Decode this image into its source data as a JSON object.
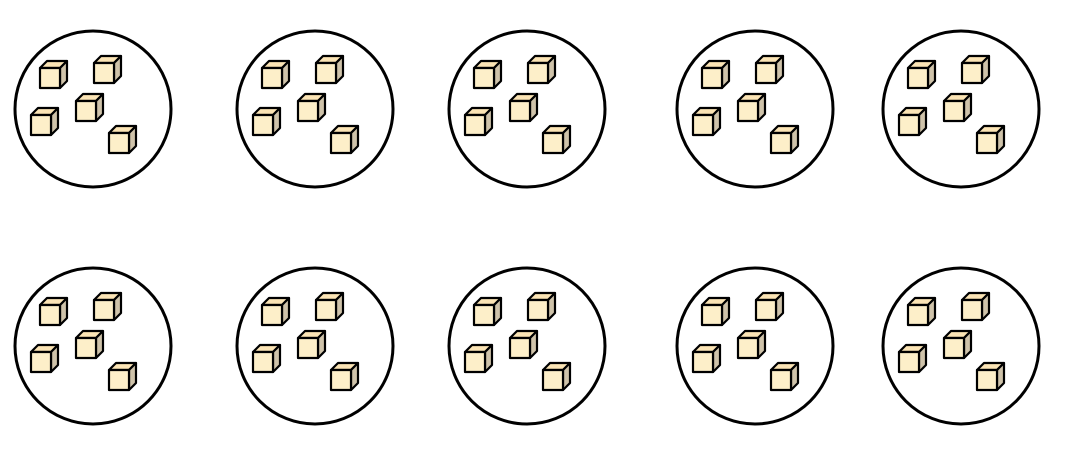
{
  "diagram": {
    "kind": "equal-groups",
    "group_count": 10,
    "items_per_group": 5,
    "item_icon": "cube-icon",
    "group_icon": "circle-icon",
    "colors": {
      "background": "#ffffff",
      "outline": "#000000",
      "cube_front": "#fdefc9",
      "cube_top": "#fbe4b5",
      "cube_side": "#cfc3aa"
    }
  }
}
